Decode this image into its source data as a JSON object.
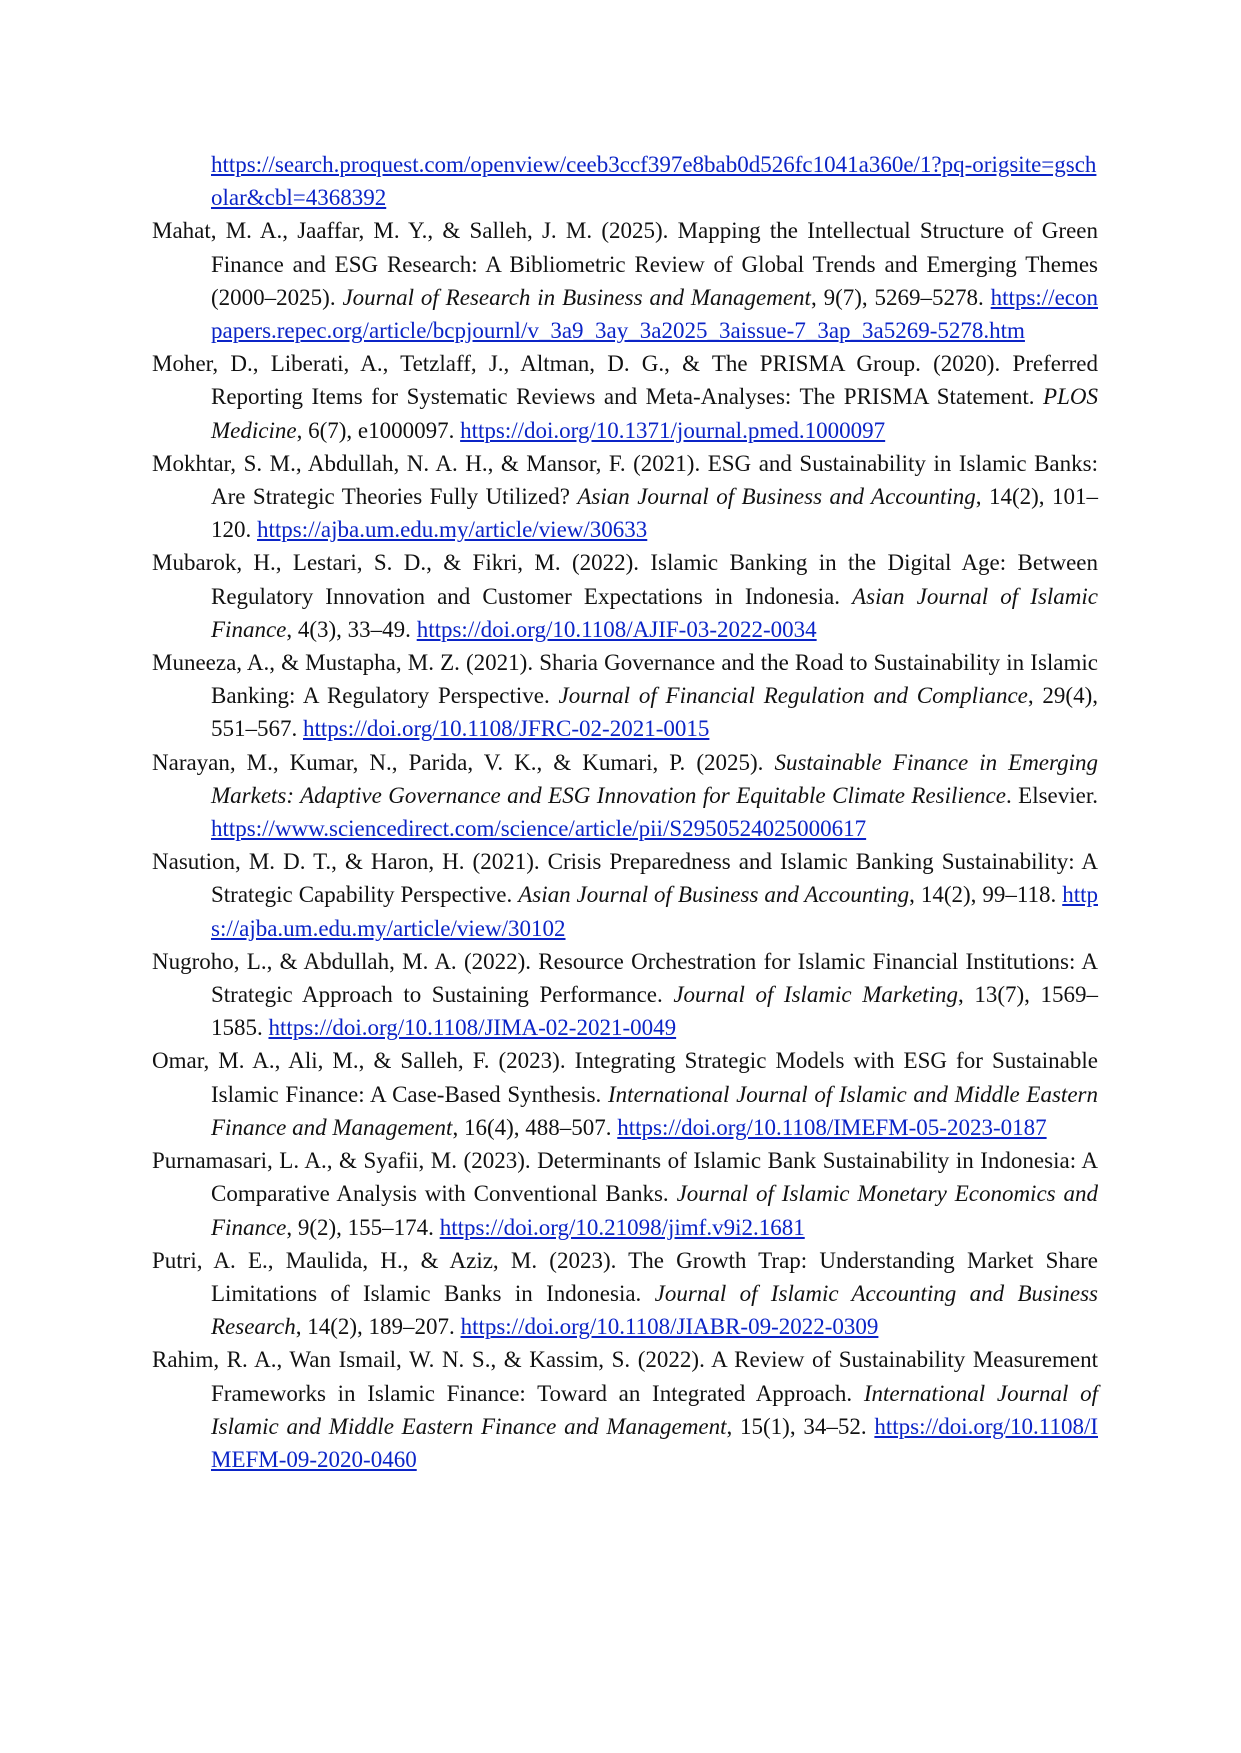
{
  "references": [
    {
      "continuation": true,
      "pre": "",
      "journal": "",
      "post": "",
      "link": "https://search.proquest.com/openview/ceeb3ccf397e8bab0d526fc1041a360e/1?pq-origsite=gscholar&cbl=4368392"
    },
    {
      "pre": "Mahat, M. A., Jaaffar, M. Y., & Salleh, J. M. (2025). Mapping the Intellectual Structure of Green Finance and ESG Research: A Bibliometric Review of Global Trends and Emerging Themes (2000–2025). ",
      "journal": "Journal of Research in Business and Management",
      "post": ", 9(7), 5269–5278. ",
      "link": "https://econpapers.repec.org/article/bcpjournl/v_3a9_3ay_3a2025_3aissue-7_3ap_3a5269-5278.htm"
    },
    {
      "pre": "Moher, D., Liberati, A., Tetzlaff, J., Altman, D. G., & The PRISMA Group. (2020). Preferred Reporting Items for Systematic Reviews and Meta-Analyses: The PRISMA Statement. ",
      "journal": "PLOS Medicine",
      "post": ", 6(7), e1000097. ",
      "link": "https://doi.org/10.1371/journal.pmed.1000097"
    },
    {
      "pre": "Mokhtar, S. M., Abdullah, N. A. H., & Mansor, F. (2021). ESG and Sustainability in Islamic Banks: Are Strategic Theories Fully Utilized? ",
      "journal": "Asian Journal of Business and Accounting",
      "post": ", 14(2), 101–120. ",
      "link": "https://ajba.um.edu.my/article/view/30633"
    },
    {
      "pre": "Mubarok, H., Lestari, S. D., & Fikri, M. (2022). Islamic Banking in the Digital Age: Between Regulatory Innovation and Customer Expectations in Indonesia. ",
      "journal": "Asian Journal of Islamic Finance",
      "post": ", 4(3), 33–49. ",
      "link": "https://doi.org/10.1108/AJIF-03-2022-0034"
    },
    {
      "pre": "Muneeza, A., & Mustapha, M. Z. (2021). Sharia Governance and the Road to Sustainability in Islamic Banking: A Regulatory Perspective. ",
      "journal": "Journal of Financial Regulation and Compliance",
      "post": ", 29(4), 551–567. ",
      "link": "https://doi.org/10.1108/JFRC-02-2021-0015"
    },
    {
      "pre": "Narayan, M., Kumar, N., Parida, V. K., & Kumari, P. (2025). ",
      "journal": "Sustainable Finance in Emerging Markets: Adaptive Governance and ESG Innovation for Equitable Climate Resilience",
      "post": ". Elsevier. ",
      "link": "https://www.sciencedirect.com/science/article/pii/S2950524025000617"
    },
    {
      "pre": "Nasution, M. D. T., & Haron, H. (2021). Crisis Preparedness and Islamic Banking Sustainability: A Strategic Capability Perspective. ",
      "journal": "Asian Journal of Business and Accounting",
      "post": ", 14(2), 99–118. ",
      "link": "https://ajba.um.edu.my/article/view/30102"
    },
    {
      "pre": "Nugroho, L., & Abdullah, M. A. (2022). Resource Orchestration for Islamic Financial Institutions: A Strategic Approach to Sustaining Performance. ",
      "journal": "Journal of Islamic Marketing",
      "post": ", 13(7), 1569–1585. ",
      "link": "https://doi.org/10.1108/JIMA-02-2021-0049"
    },
    {
      "pre": "Omar, M. A., Ali, M., & Salleh, F. (2023). Integrating Strategic Models with ESG for Sustainable Islamic Finance: A Case-Based Synthesis. ",
      "journal": "International Journal of Islamic and Middle Eastern Finance and Management",
      "post": ", 16(4), 488–507. ",
      "link": "https://doi.org/10.1108/IMEFM-05-2023-0187"
    },
    {
      "pre": "Purnamasari, L. A., & Syafii, M. (2023). Determinants of Islamic Bank Sustainability in Indonesia: A Comparative Analysis with Conventional Banks. ",
      "journal": "Journal of Islamic Monetary Economics and Finance",
      "post": ", 9(2), 155–174. ",
      "link": "https://doi.org/10.21098/jimf.v9i2.1681"
    },
    {
      "pre": "Putri, A. E., Maulida, H., & Aziz, M. (2023). The Growth Trap: Understanding Market Share Limitations of Islamic Banks in Indonesia. ",
      "journal": "Journal of Islamic Accounting and Business Research",
      "post": ", 14(2), 189–207. ",
      "link": "https://doi.org/10.1108/JIABR-09-2022-0309"
    },
    {
      "pre": "Rahim, R. A., Wan Ismail, W. N. S., & Kassim, S. (2022). A Review of Sustainability Measurement Frameworks in Islamic Finance: Toward an Integrated Approach. ",
      "journal": "International Journal of Islamic and Middle Eastern Finance and Management",
      "post": ", 15(1), 34–52. ",
      "link": "https://doi.org/10.1108/IMEFM-09-2020-0460"
    }
  ]
}
